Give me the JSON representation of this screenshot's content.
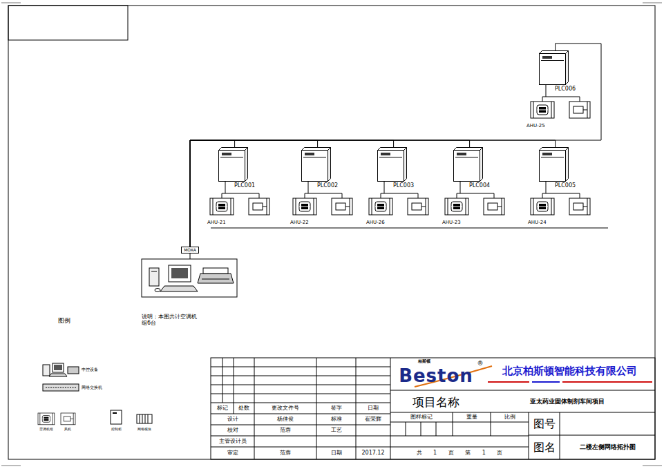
{
  "diagram": {
    "nodes": [
      {
        "text": [
          "PLC006"
        ]
      },
      {
        "text": [
          "PLC001"
        ]
      },
      {
        "text": [
          "PLC002"
        ]
      },
      {
        "text": [
          "PLC003"
        ]
      },
      {
        "text": [
          "PLC004"
        ]
      },
      {
        "text": [
          "PLC005"
        ]
      },
      {
        "text": [
          "MOXA"
        ]
      }
    ],
    "edges": [
      {
        "from": 6,
        "to": 1,
        "arrow": "none"
      },
      {
        "from": 6,
        "to": 2,
        "arrow": "none"
      },
      {
        "from": 6,
        "to": 3,
        "arrow": "none"
      },
      {
        "from": 6,
        "to": 4,
        "arrow": "none"
      },
      {
        "from": 6,
        "to": 5,
        "arrow": "none"
      },
      {
        "from": 6,
        "to": 0,
        "arrow": "none"
      }
    ],
    "labels": [
      "AHU-21",
      "AHU-22",
      "AHU-26",
      "AHU-23",
      "AHU-24",
      "AHU-25",
      "图例",
      "说明：本图共计空调机组6台",
      "标记",
      "处数",
      "更改文件号",
      "签字",
      "日期",
      "设计",
      "杨佳俊",
      "标准",
      "崔荣辉",
      "校对",
      "范蓉",
      "工艺",
      "主管设计员",
      "审定",
      "范蓉",
      "日期",
      "2017.12",
      "柏斯顿",
      "Beston",
      "®",
      "北京柏斯顿智能科技有限公司",
      "项目名称",
      "亚太药业固体制剂车间项目",
      "图样标记",
      "重量",
      "比例",
      "图号",
      "共 1 页 第 1 页",
      "图名",
      "二楼左侧网络拓扑图"
    ],
    "legend": [
      {
        "text": "中控设备"
      },
      {
        "text": "网络交换机"
      },
      {
        "text": "空调机组"
      },
      {
        "text": "风机"
      },
      {
        "text": "控制柜"
      },
      {
        "text": "网络模块"
      }
    ]
  }
}
